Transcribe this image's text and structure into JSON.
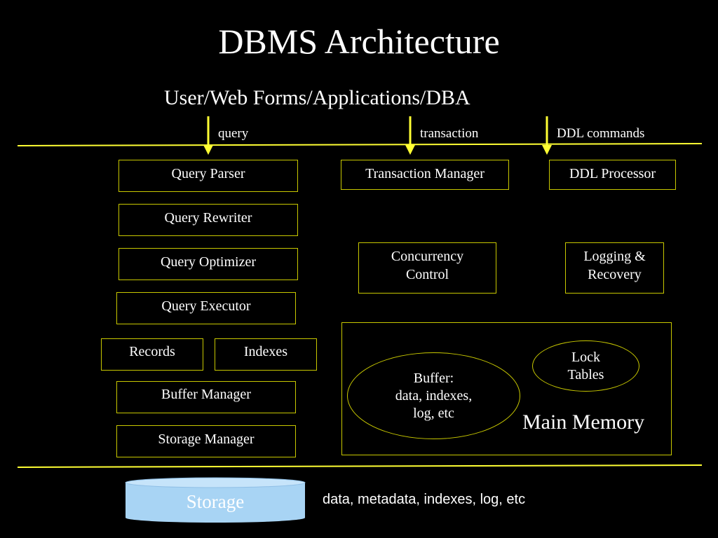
{
  "title": "DBMS Architecture",
  "subtitle": "User/Web Forms/Applications/DBA",
  "arrows": {
    "query": "query",
    "transaction": "transaction",
    "ddl": "DDL commands"
  },
  "boxes": {
    "query_parser": "Query Parser",
    "query_rewriter": "Query Rewriter",
    "query_optimizer": "Query Optimizer",
    "query_executor": "Query Executor",
    "records": "Records",
    "indexes": "Indexes",
    "buffer_manager": "Buffer Manager",
    "storage_manager": "Storage Manager",
    "transaction_manager": "Transaction Manager",
    "ddl_processor": "DDL Processor",
    "concurrency_control": [
      "Concurrency",
      "Control"
    ],
    "logging_recovery": [
      "Logging &",
      "Recovery"
    ]
  },
  "main_memory": {
    "label": "Main Memory",
    "buffer": [
      "Buffer:",
      "data, indexes,",
      "log, etc"
    ],
    "lock_tables": [
      "Lock",
      "Tables"
    ]
  },
  "storage": {
    "label": "Storage",
    "note": "data, metadata, indexes, log, etc"
  },
  "colors": {
    "background": "#000000",
    "line": "#ffff33",
    "box_border": "#c8c800",
    "storage_fill": "#a8d4f4"
  }
}
